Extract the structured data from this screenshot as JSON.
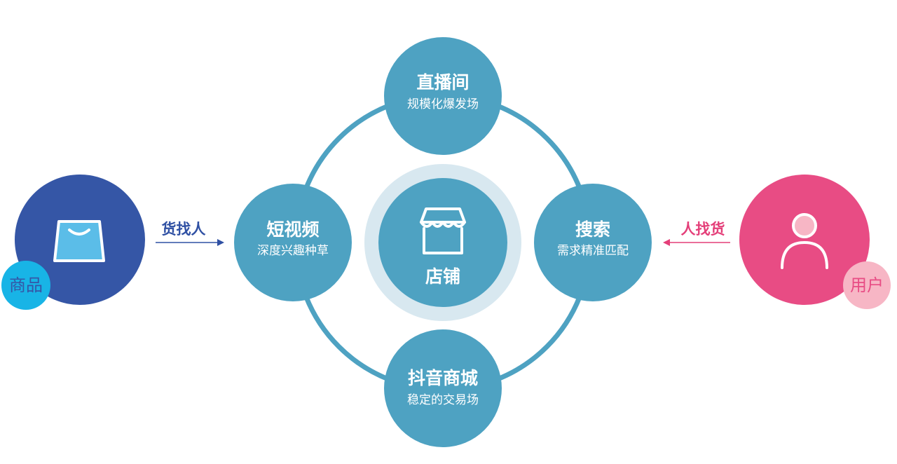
{
  "center": {
    "label": "店铺"
  },
  "nodes": {
    "top": {
      "title": "直播间",
      "subtitle": "规模化爆发场"
    },
    "left": {
      "title": "短视频",
      "subtitle": "深度兴趣种草"
    },
    "right": {
      "title": "搜索",
      "subtitle": "需求精准匹配"
    },
    "bottom": {
      "title": "抖音商城",
      "subtitle": "稳定的交易场"
    }
  },
  "goods": {
    "badge": "商品",
    "arrow_label": "货找人",
    "icon": "shopping-bag-icon"
  },
  "user": {
    "badge": "用户",
    "arrow_label": "人找货",
    "icon": "person-icon"
  },
  "colors": {
    "node": "#4ea2c2",
    "ring": "#4ea2c2",
    "center_halo": "#d8e8f0",
    "goods_circle": "#3556a6",
    "goods_badge": "#18b4e6",
    "goods_arrow": "#2f50a3",
    "user_circle": "#e84c84",
    "user_badge": "#f7b6c5",
    "user_arrow": "#e43f79"
  }
}
